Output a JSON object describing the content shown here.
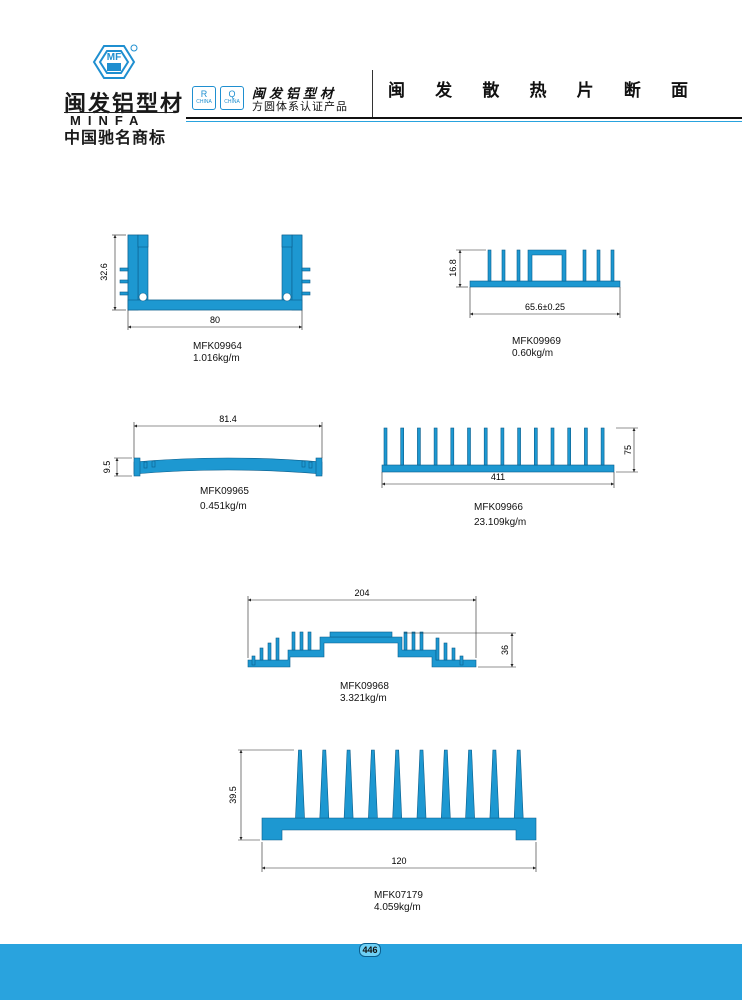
{
  "header": {
    "logo_mark": "MF",
    "brand_cn": "闽发铝型材",
    "brand_en": "MINFA",
    "brand_sub": "中国驰名商标",
    "cert_badges": [
      "R",
      "Q"
    ],
    "cert_badge_caption": "CHINA",
    "cert_title": "闽发铝型材",
    "cert_sub": "方圆体系认证产品",
    "page_title": [
      "闽",
      "发",
      "散",
      "热",
      "片",
      "断",
      "面"
    ]
  },
  "colors": {
    "profile_fill": "#1d98d1",
    "profile_stroke": "#0b5d8a",
    "footer": "#29a3de",
    "accent_line": "#29a3de"
  },
  "profiles": [
    {
      "code": "MFK09964",
      "weight": "1.016kg/m",
      "width_dim": "80",
      "height_dim": "32.6"
    },
    {
      "code": "MFK09969",
      "weight": "0.60kg/m",
      "width_dim": "65.6±0.25",
      "height_dim": "16.8"
    },
    {
      "code": "MFK09965",
      "weight": "0.451kg/m",
      "width_dim": "81.4",
      "height_dim": "9.5"
    },
    {
      "code": "MFK09966",
      "weight": "23.109kg/m",
      "width_dim": "411",
      "height_dim": "75"
    },
    {
      "code": "MFK09968",
      "weight": "3.321kg/m",
      "width_dim": "204",
      "height_dim": "36"
    },
    {
      "code": "MFK07179",
      "weight": "4.059kg/m",
      "width_dim": "120",
      "height_dim": "39.5"
    }
  ],
  "footer": {
    "page_number": "446"
  }
}
